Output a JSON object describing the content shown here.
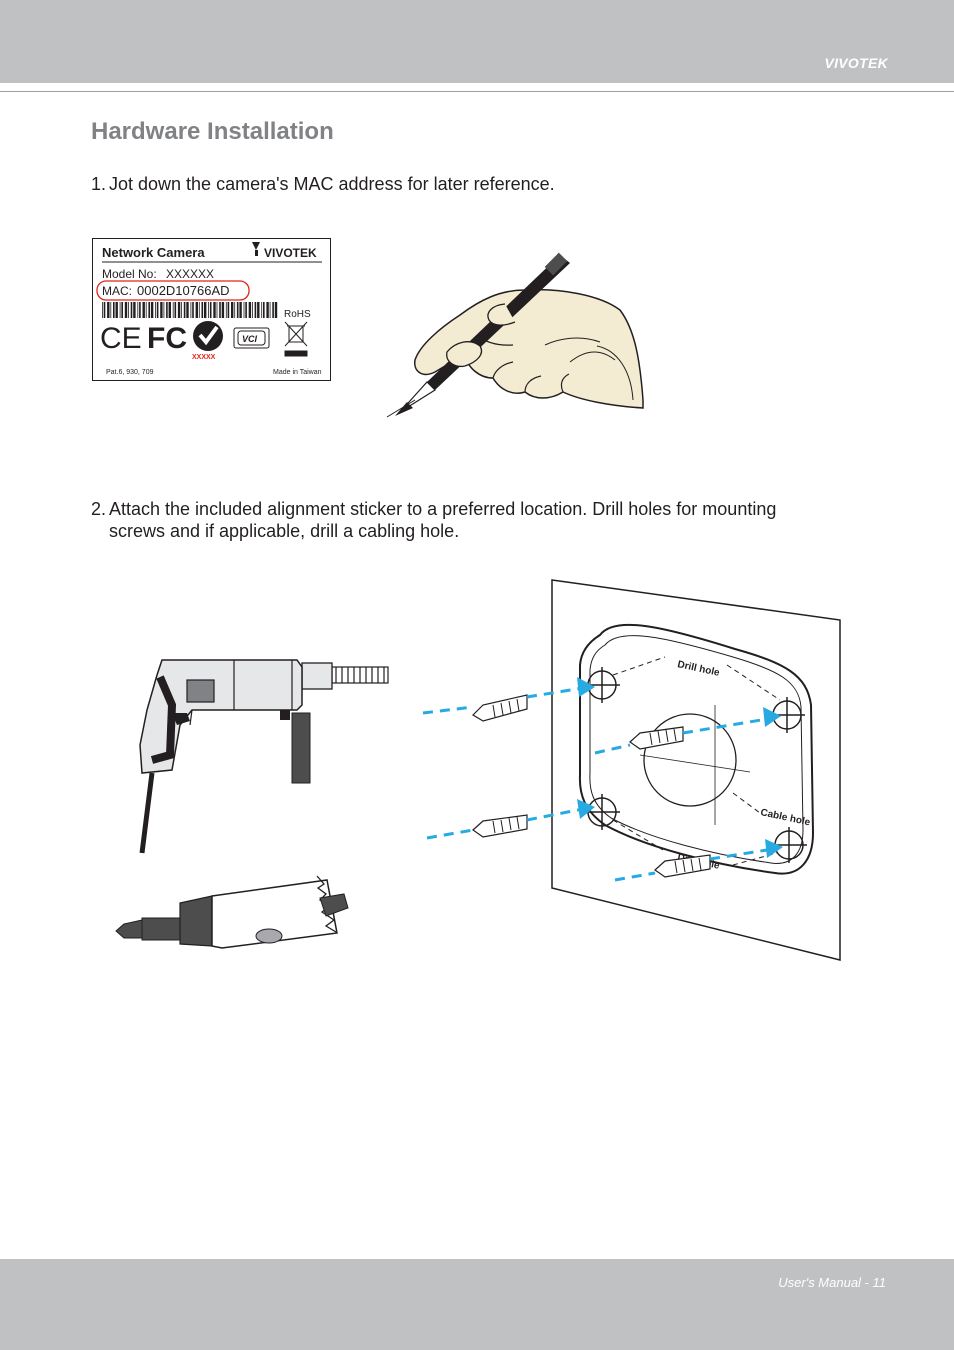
{
  "header": {
    "brand": "VIVOTEK"
  },
  "page_title": "Hardware Installation",
  "steps": [
    {
      "number": "1.",
      "text": "Jot down the camera's MAC address for later reference."
    },
    {
      "number": "2.",
      "lines": [
        "Attach the included alignment sticker to a preferred location. Drill holes for mounting",
        "screws and if applicable, drill a cabling hole."
      ]
    }
  ],
  "label": {
    "title": "Network Camera",
    "brand": "VIVOTEK",
    "model_label": "Model No:",
    "model_value": "XXXXXX",
    "mac_label": "MAC:",
    "mac_value": "0002D10766AD",
    "rohs": "RoHS",
    "ce": "CE",
    "fc": "FC",
    "xxxxx": "XXXXX",
    "vci": "VCI",
    "patent": "Pat.6, 930, 709",
    "made_in": "Made in Taiwan"
  },
  "sticker": {
    "drill_hole_top": "Drill hole",
    "cable_hole": "Cable hole",
    "drill_hole_bottom": "Drill hole"
  },
  "footer": {
    "text": "User's Manual - 11"
  },
  "colors": {
    "header_bg": "#c0c1c2",
    "title": "#808285",
    "arrow": "#27aae1",
    "mac_circle": "#e2231a"
  }
}
